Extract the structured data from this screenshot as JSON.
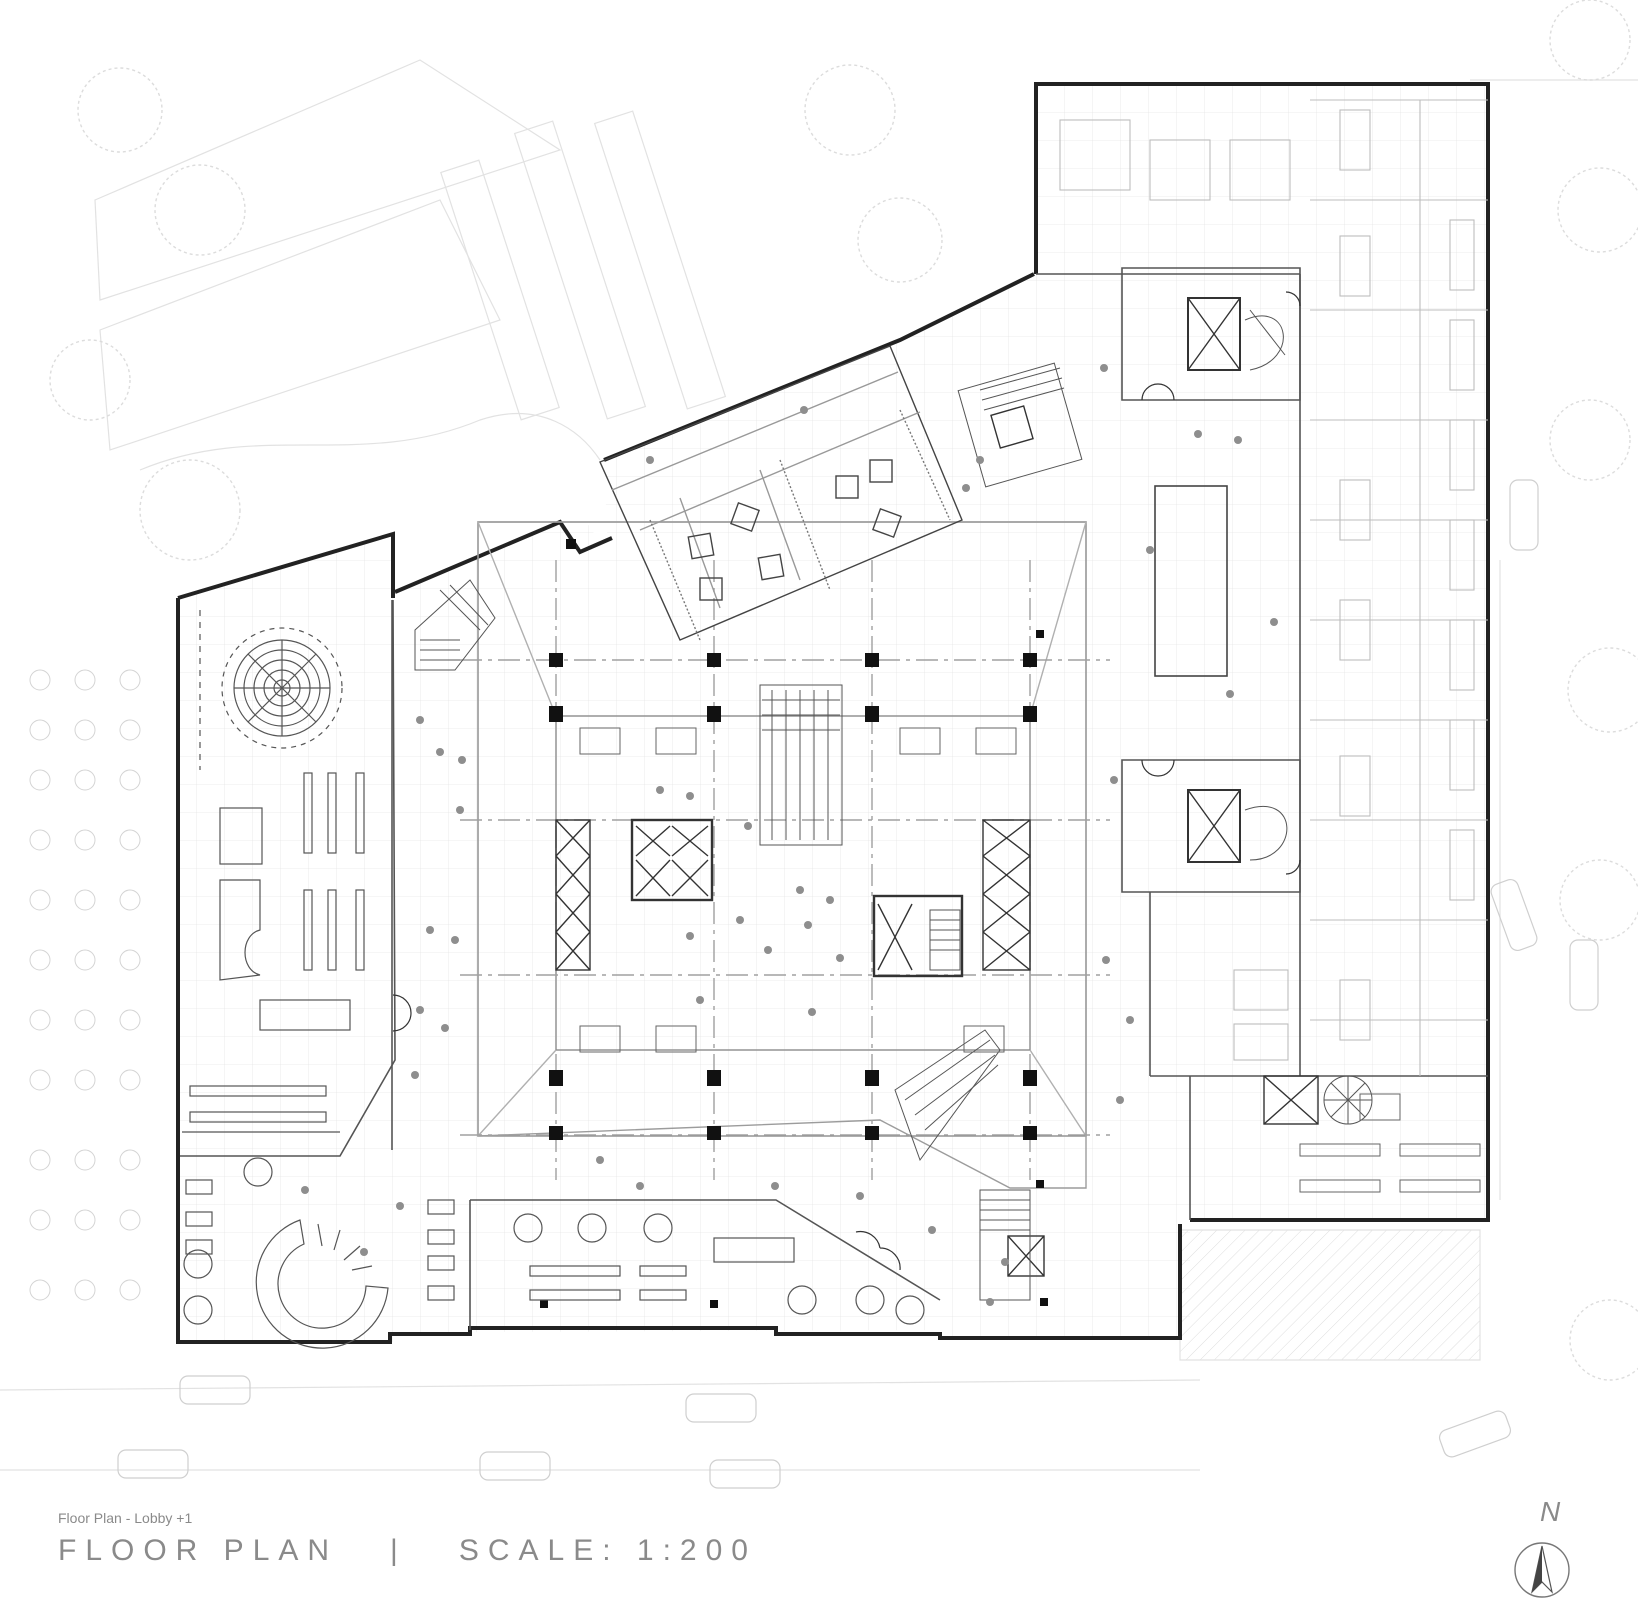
{
  "drawing": {
    "subtitle": "Floor Plan - Lobby +1",
    "title": "FLOOR PLAN   |   SCALE: 1:200",
    "north_label": "N"
  },
  "colors": {
    "wall": "#222222",
    "line": "#8c8c8c",
    "faint": "#d6d6d6",
    "background": "#ffffff",
    "text": "#8a8a8a"
  },
  "icons": [
    "north-arrow-icon",
    "tree-icon",
    "car-icon",
    "stair-icon",
    "elevator-icon",
    "door-swing-icon",
    "person-icon"
  ]
}
